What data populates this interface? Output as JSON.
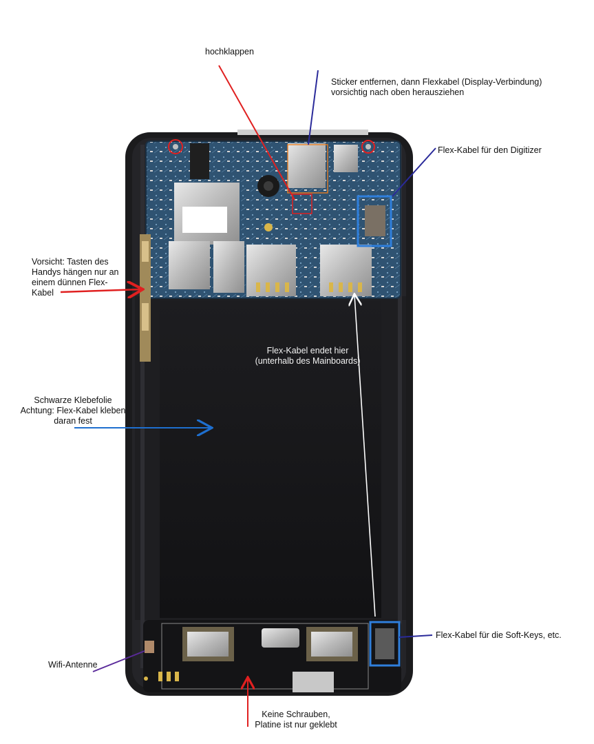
{
  "annotations": {
    "hochklappen": "hochklappen",
    "sticker": "Sticker entfernen, dann Flexkabel (Display-Verbindung)\nvorsichtig nach oben herausziehen",
    "digitizer": "Flex-Kabel für den Digitizer",
    "tasten": "Vorsicht: Tasten des\nHandys hängen nur an\neinem dünnen Flex-\nKabel",
    "flex_endet": "Flex-Kabel endet hier\n(unterhalb des Mainboards)",
    "klebefolie": "Schwarze Klebefolie\nAchtung: Flex-Kabel kleben\ndaran fest",
    "softkeys": "Flex-Kabel für die Soft-Keys, etc.",
    "wifi": "Wifi-Antenne",
    "schrauben": "Keine Schrauben,\nPlatine ist nur geklebt"
  },
  "colors": {
    "red_arrow": "#e02020",
    "navy_arrow": "#2a2a9a",
    "blue_arrow": "#1e6fcf",
    "highlight_box": "#2f7fdc",
    "white_arrow": "#ffffff",
    "pcb": "#2c4e6a",
    "frame": "#1b1b1d",
    "foil": "#161618"
  }
}
